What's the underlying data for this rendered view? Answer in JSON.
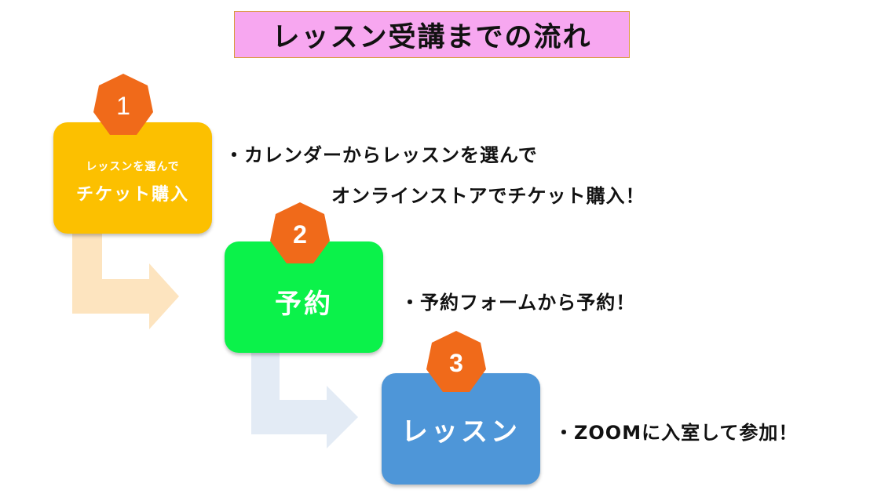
{
  "title": "レッスン受講までの流れ",
  "colors": {
    "title_bg": "#f7a7f0",
    "step1": "#fcc000",
    "step2": "#0bf24a",
    "step3": "#4e96d8",
    "badge": "#f06a1a",
    "arrow1": "#fde4bf",
    "arrow2": "#e3ebf5"
  },
  "steps": [
    {
      "number": "1",
      "box_line1": "レッスンを選んで",
      "box_line2": "チケット購入",
      "desc_line1": "・カレンダーからレッスンを選んで",
      "desc_line2": "オンラインストアでチケット購入！"
    },
    {
      "number": "2",
      "box_line1": "予約",
      "desc_line1": "・予約フォームから予約！"
    },
    {
      "number": "3",
      "box_line1": "レッスン",
      "desc_line1": "・ZOOMに入室して参加！"
    }
  ]
}
